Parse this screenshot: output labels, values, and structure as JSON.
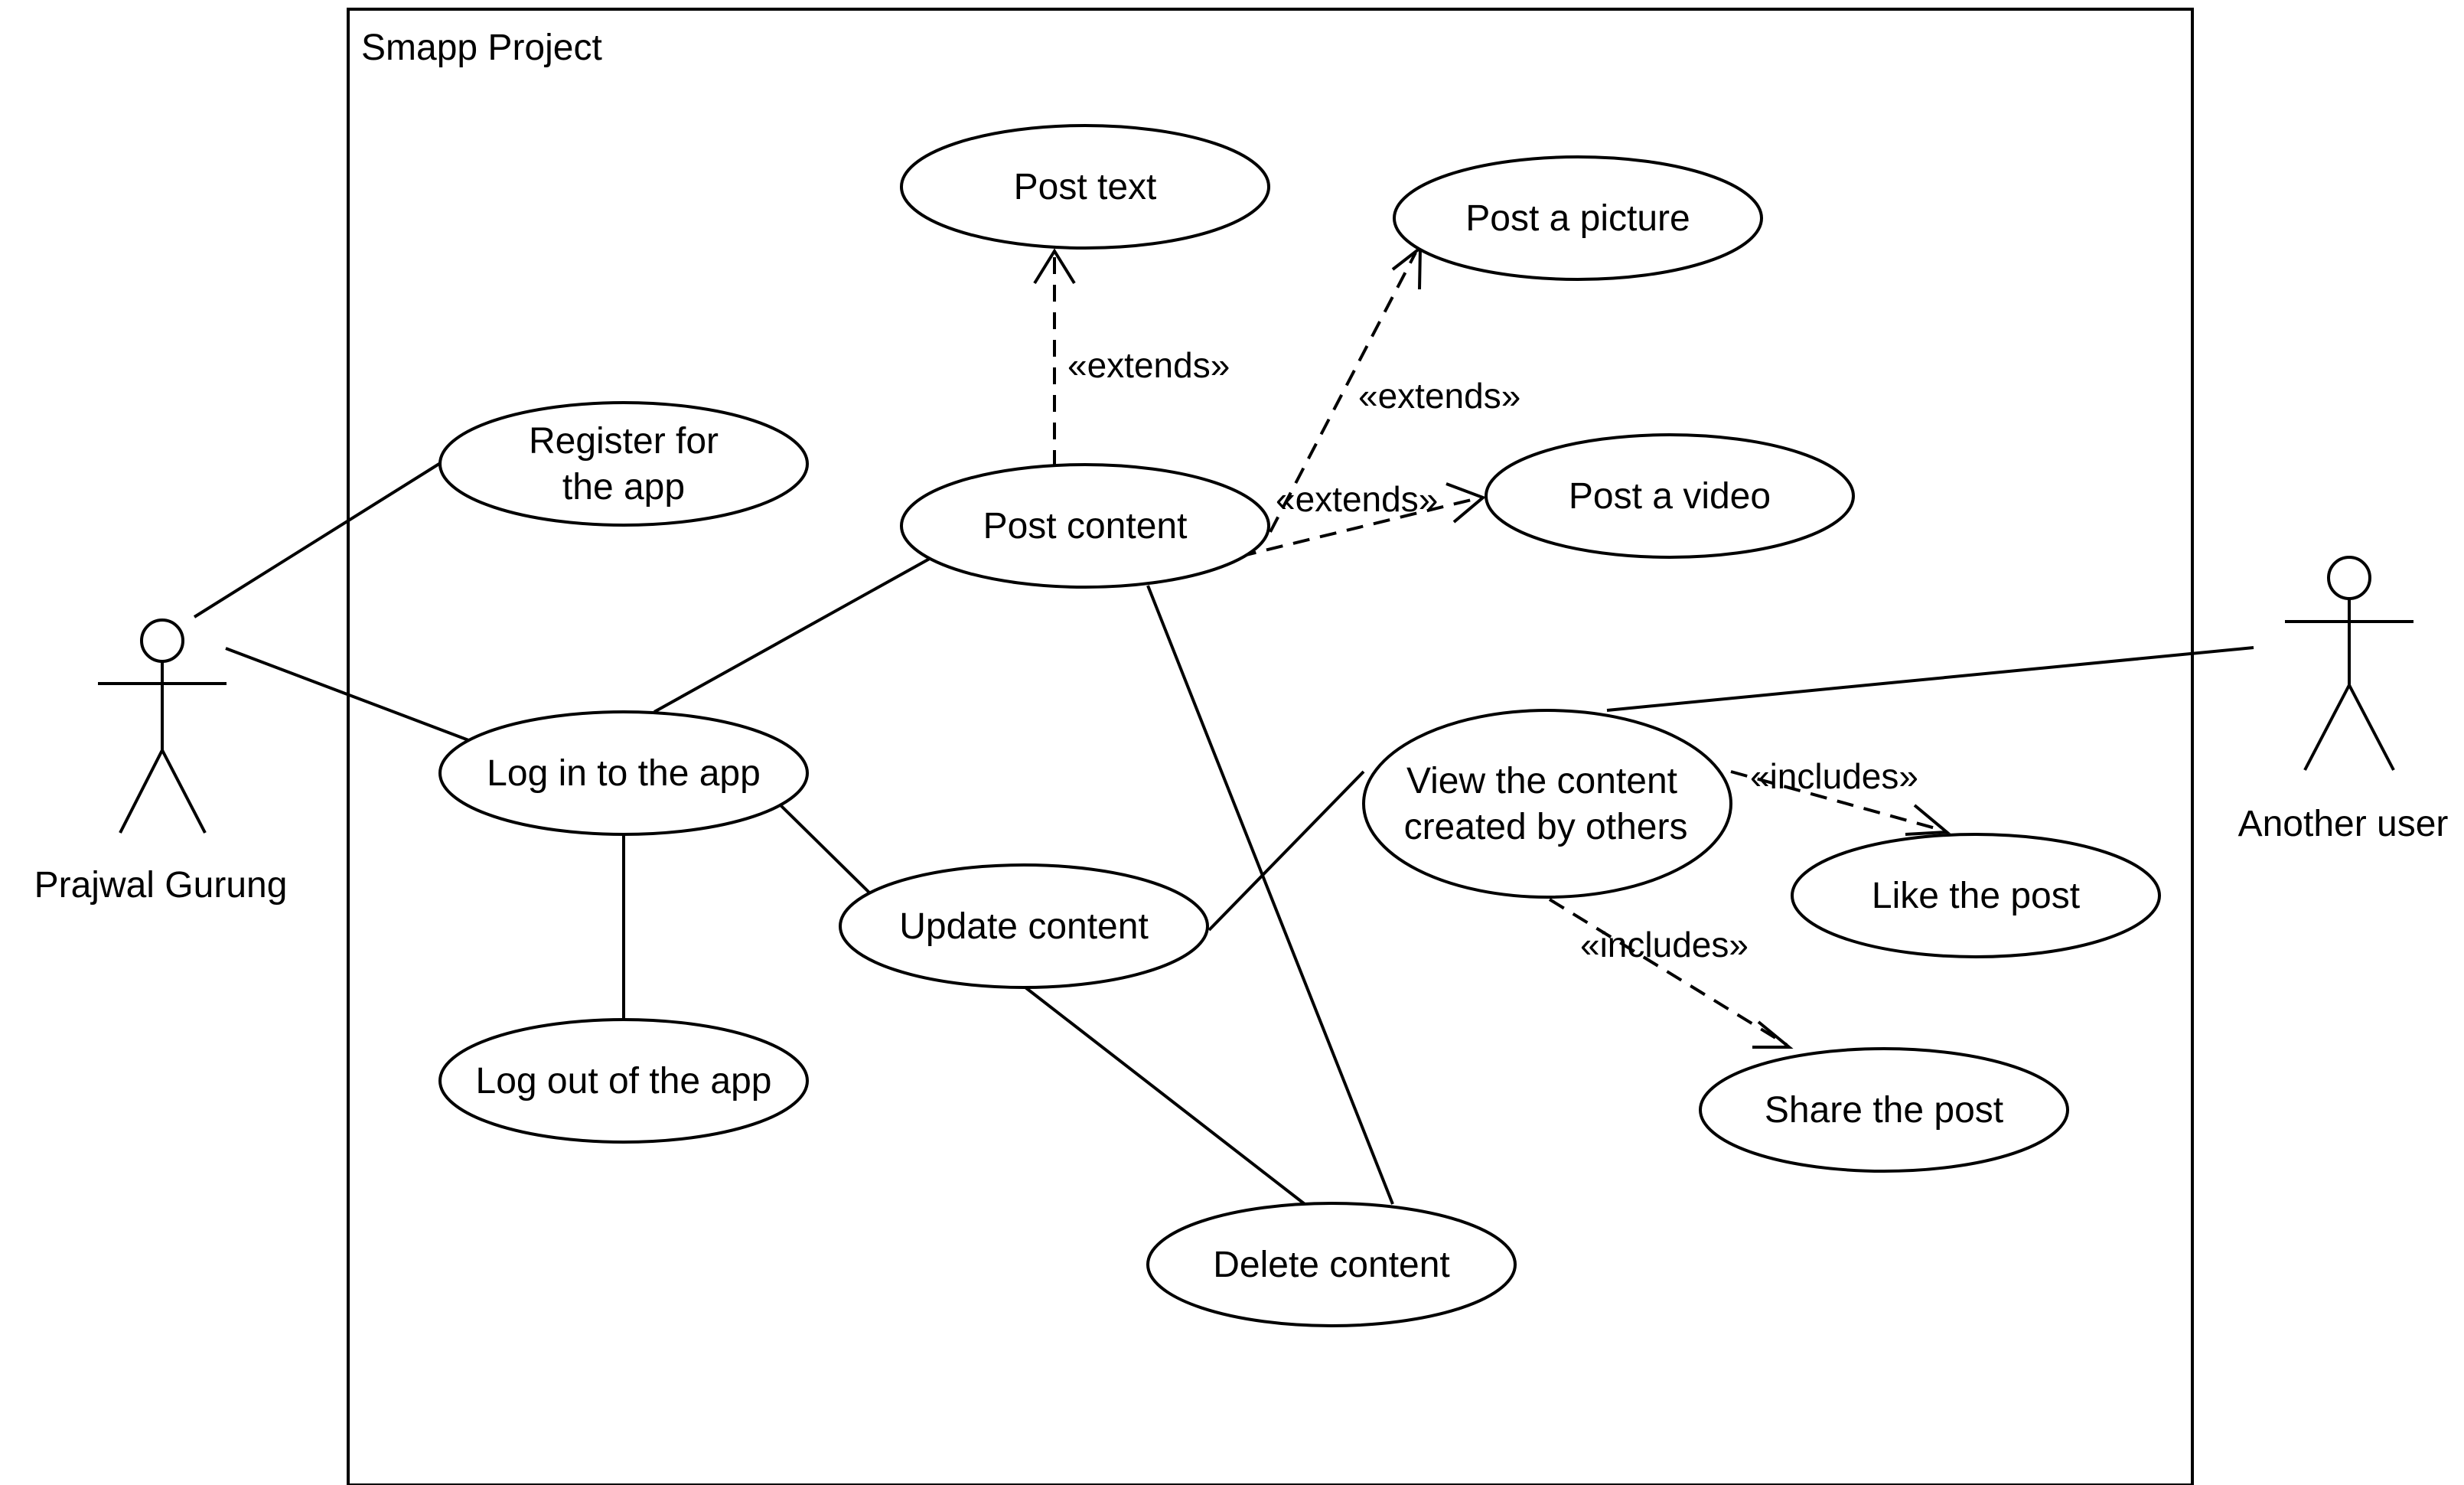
{
  "system": {
    "title": "Smapp Project"
  },
  "actors": {
    "primary": {
      "name": "Prajwal Gurung"
    },
    "secondary": {
      "name": "Another user"
    }
  },
  "use_cases": {
    "post_text": "Post text",
    "post_picture": "Post a picture",
    "register": [
      "Register for",
      "the app"
    ],
    "post_content": "Post content",
    "post_video": "Post a video",
    "log_in": "Log in to the app",
    "view_content": [
      "View the content",
      "created by others"
    ],
    "update_content": "Update content",
    "like_post": "Like the post",
    "log_out": "Log out of the app",
    "share_post": "Share the post",
    "delete_content": "Delete content"
  },
  "relationships": {
    "extends_post_text": "«extends»",
    "extends_post_picture": "«extends»",
    "extends_post_video": "«extends»",
    "includes_like": "«includes»",
    "includes_share": "«includes»"
  }
}
